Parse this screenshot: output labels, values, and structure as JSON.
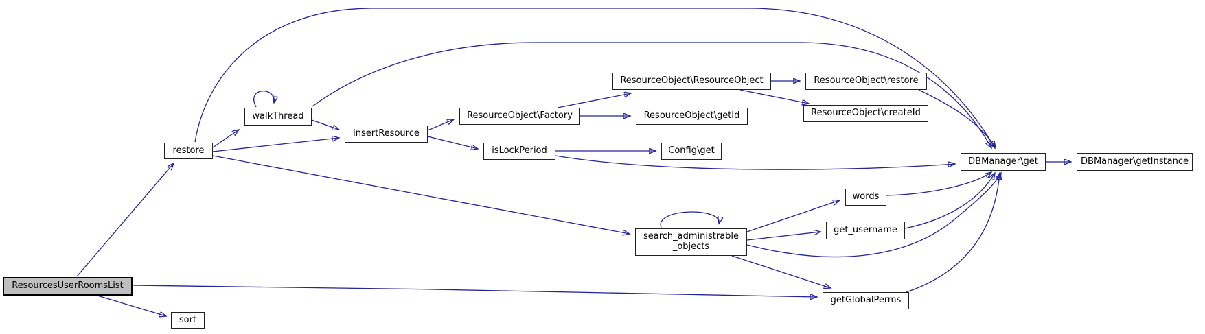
{
  "diagram": {
    "type": "call-graph",
    "colors": {
      "edge": "#24249b",
      "node_fill": "#ffffff",
      "node_border": "#222222",
      "highlight_fill": "#bfbfbf",
      "text": "#000000",
      "background": "#ffffff"
    },
    "nodes": [
      {
        "id": "resources-user-rooms-list",
        "label": "ResourcesUserRoomsList",
        "highlighted": true
      },
      {
        "id": "sort",
        "label": "sort"
      },
      {
        "id": "restore",
        "label": "restore"
      },
      {
        "id": "walk-thread",
        "label": "walkThread"
      },
      {
        "id": "insert-resource",
        "label": "insertResource"
      },
      {
        "id": "resourceobject-factory",
        "label": "ResourceObject\\Factory"
      },
      {
        "id": "is-lock-period",
        "label": "isLockPeriod"
      },
      {
        "id": "config-get",
        "label": "Config\\get"
      },
      {
        "id": "resourceobject-resourceobject",
        "label": "ResourceObject\\ResourceObject"
      },
      {
        "id": "resourceobject-restore",
        "label": "ResourceObject\\restore"
      },
      {
        "id": "resourceobject-getid",
        "label": "ResourceObject\\getId"
      },
      {
        "id": "resourceobject-createid",
        "label": "ResourceObject\\createId"
      },
      {
        "id": "dbmanager-get",
        "label": "DBManager\\get"
      },
      {
        "id": "dbmanager-getinstance",
        "label": "DBManager\\getInstance"
      },
      {
        "id": "words",
        "label": "words"
      },
      {
        "id": "get-username",
        "label": "get_username"
      },
      {
        "id": "search-administrable-objects",
        "label": "search_administrable\n_objects"
      },
      {
        "id": "get-global-perms",
        "label": "getGlobalPerms"
      }
    ],
    "edges": [
      {
        "from": "resources-user-rooms-list",
        "to": "restore"
      },
      {
        "from": "resources-user-rooms-list",
        "to": "sort"
      },
      {
        "from": "resources-user-rooms-list",
        "to": "get-global-perms"
      },
      {
        "from": "restore",
        "to": "walk-thread"
      },
      {
        "from": "restore",
        "to": "insert-resource"
      },
      {
        "from": "restore",
        "to": "search-administrable-objects"
      },
      {
        "from": "restore",
        "to": "dbmanager-get"
      },
      {
        "from": "walk-thread",
        "to": "walk-thread"
      },
      {
        "from": "walk-thread",
        "to": "insert-resource"
      },
      {
        "from": "walk-thread",
        "to": "dbmanager-get"
      },
      {
        "from": "insert-resource",
        "to": "resourceobject-factory"
      },
      {
        "from": "insert-resource",
        "to": "is-lock-period"
      },
      {
        "from": "resourceobject-factory",
        "to": "resourceobject-resourceobject"
      },
      {
        "from": "resourceobject-factory",
        "to": "resourceobject-getid"
      },
      {
        "from": "resourceobject-resourceobject",
        "to": "resourceobject-restore"
      },
      {
        "from": "resourceobject-resourceobject",
        "to": "resourceobject-createid"
      },
      {
        "from": "resourceobject-restore",
        "to": "dbmanager-get"
      },
      {
        "from": "is-lock-period",
        "to": "config-get"
      },
      {
        "from": "is-lock-period",
        "to": "dbmanager-get"
      },
      {
        "from": "search-administrable-objects",
        "to": "search-administrable-objects"
      },
      {
        "from": "search-administrable-objects",
        "to": "words"
      },
      {
        "from": "search-administrable-objects",
        "to": "get-username"
      },
      {
        "from": "search-administrable-objects",
        "to": "get-global-perms"
      },
      {
        "from": "search-administrable-objects",
        "to": "dbmanager-get"
      },
      {
        "from": "words",
        "to": "dbmanager-get"
      },
      {
        "from": "get-username",
        "to": "dbmanager-get"
      },
      {
        "from": "get-global-perms",
        "to": "dbmanager-get"
      },
      {
        "from": "dbmanager-get",
        "to": "dbmanager-getinstance"
      }
    ]
  }
}
